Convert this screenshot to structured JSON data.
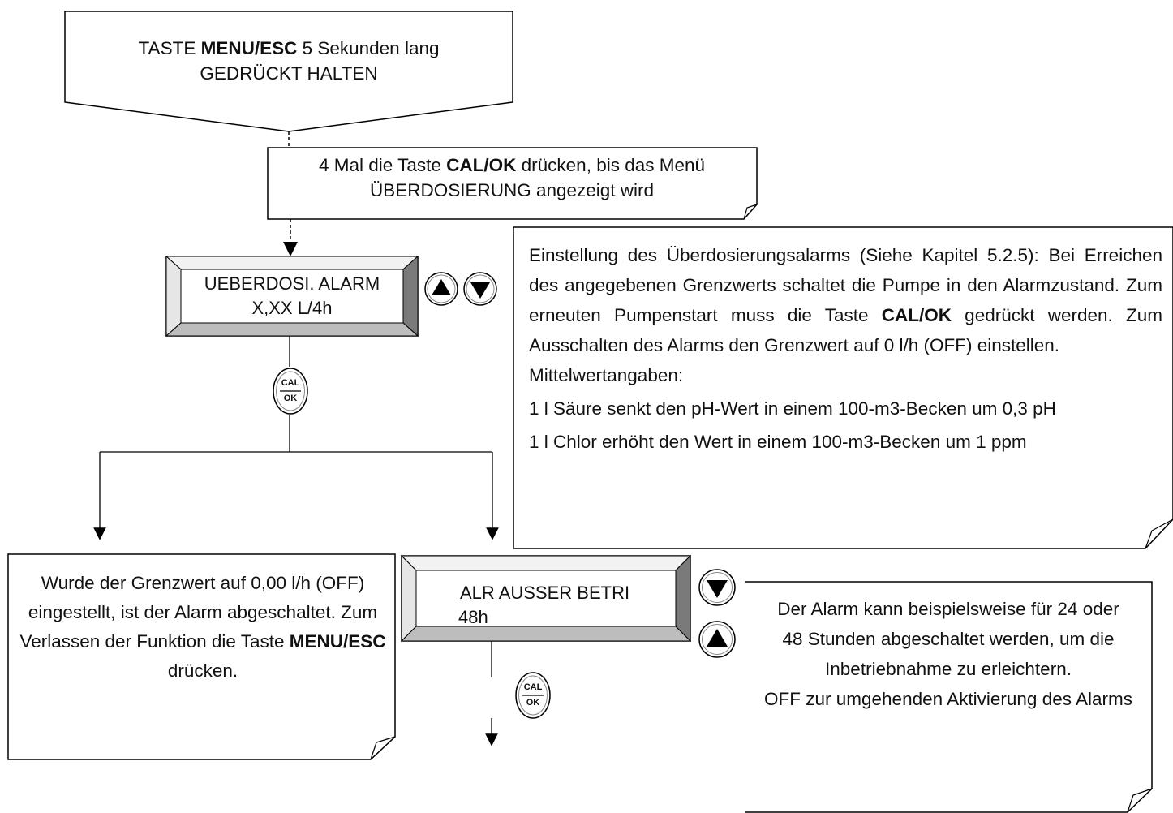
{
  "start_box": {
    "line1_pre": "TASTE ",
    "line1_bold": "MENU/ESC",
    "line1_post": " 5 Sekunden lang",
    "line2": "GEDRÜCKT HALTEN"
  },
  "step_box": {
    "line1_pre": "4 Mal die Taste ",
    "line1_bold": "CAL/OK",
    "line1_post": " drücken, bis das Menü",
    "line2": "ÜBERDOSIERUNG angezeigt wird"
  },
  "display_alarm": {
    "line1": "UEBERDOSI. ALARM",
    "line2": "X,XX L/4h"
  },
  "display_off": {
    "line1": "ALR AUSSER BETRI",
    "line2": "48h"
  },
  "buttons": {
    "cal_top": "CAL",
    "cal_bottom": "OK"
  },
  "info_box": {
    "p1_pre": "Einstellung des Überdosierungsalarms (Siehe Kapitel 5.2.5): Bei Erreichen des angegebenen Grenzwerts schaltet die Pumpe in den Alarmzustand. Zum erneuten Pumpenstart muss die Taste ",
    "p1_bold": "CAL/OK",
    "p1_post": " gedrückt werden. Zum Ausschalten des Alarms den Grenzwert auf 0 l/h (OFF) einstellen.",
    "line_mittel": "Mittelwertangaben:",
    "line_acid": "1 l Säure senkt den pH-Wert in einem 100-m3-Becken um 0,3 pH",
    "line_chlor": "1 l Chlor erhöht den Wert in einem 100-m3-Becken um 1 ppm"
  },
  "left_note": {
    "text_pre": "Wurde der Grenzwert auf 0,00 l/h (OFF) eingestellt, ist der Alarm abgeschaltet. Zum Verlassen der Funktion die Taste ",
    "bold": "MENU/ESC",
    "text_post": " drücken."
  },
  "right_note": {
    "text1": "Der Alarm kann beispielsweise für 24 oder 48 Stunden abgeschaltet werden, um die Inbetriebnahme zu erleichtern.",
    "text2": "OFF zur umgehenden Aktivierung des Alarms"
  },
  "icons": {
    "up_arrow": "up-arrow-button-icon",
    "down_arrow": "down-arrow-button-icon",
    "cal_ok": "cal-ok-button-icon"
  },
  "colors": {
    "line": "#000000",
    "bevel_light": "#ffffff",
    "bevel_mid": "#c8c8c8",
    "bevel_dark": "#6e6e6e"
  }
}
